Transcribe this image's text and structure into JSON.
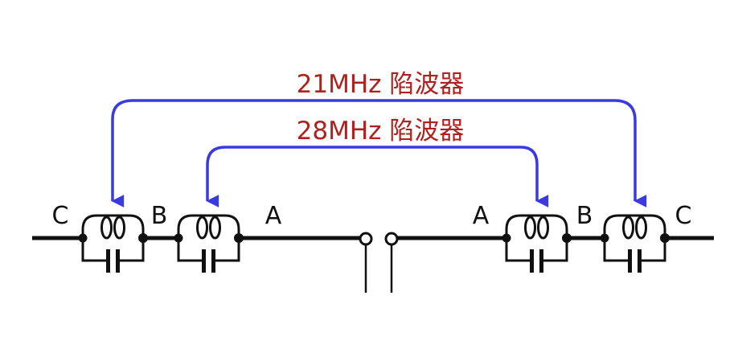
{
  "colors": {
    "wire": "#111111",
    "arrow": "#3a3ae0",
    "title": "#b0201e"
  },
  "traps": [
    {
      "title": "21MHz 陷波器",
      "arrow_icon": "arrow-down-icon"
    },
    {
      "title": "28MHz 陷波器",
      "arrow_icon": "arrow-down-icon"
    }
  ],
  "segment_labels": {
    "left": [
      "C",
      "B",
      "A"
    ],
    "right": [
      "A",
      "B",
      "C"
    ]
  }
}
